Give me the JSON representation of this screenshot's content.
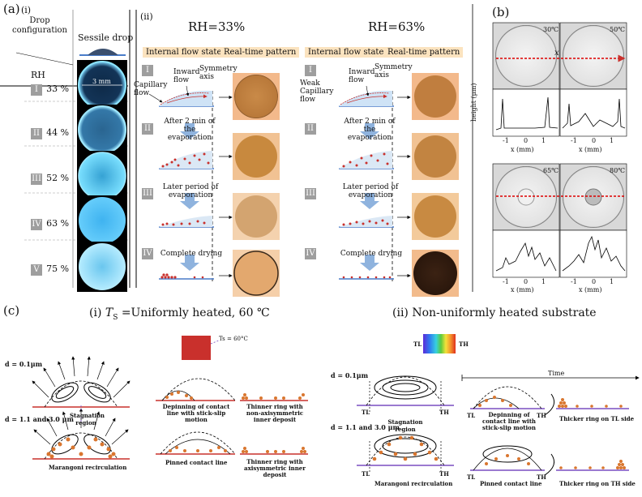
{
  "panel_a": {
    "label": "(a)",
    "sub_i": "(i)",
    "col_header_1": "Drop configuration",
    "col_header_rh": "RH",
    "col_header_2": "Sessile drop",
    "scale": "3 mm",
    "rows": [
      {
        "roman": "I",
        "rh": "33 %"
      },
      {
        "roman": "II",
        "rh": "44 %"
      },
      {
        "roman": "III",
        "rh": "52 %"
      },
      {
        "roman": "IV",
        "rh": "63 %"
      },
      {
        "roman": "V",
        "rh": "75 %"
      }
    ],
    "sub_ii": "(ii)",
    "rh33_title": "RH=33%",
    "rh63_title": "RH=63%",
    "internal_flow": "Internal flow state",
    "realtime": "Real-time pattern",
    "stages": [
      "I",
      "II",
      "III",
      "IV"
    ],
    "capillary_flow": "Capillary flow",
    "inward_flow": "Inward flow",
    "symmetry_axis": "Symmetry axis",
    "weak_capillary": "Weak Capillary flow",
    "stage2_text": "After 2 min of the evaporation",
    "stage3_text": "Later period of evaporation",
    "stage4_text": "Complete drying"
  },
  "panel_b": {
    "label": "(b)",
    "temps": [
      "30℃",
      "50℃",
      "65℃",
      "80℃"
    ],
    "x_marker": "x",
    "ylabel": "height (μm)",
    "xlabel": "x (mm)",
    "ticks": [
      "-1",
      "0",
      "1"
    ]
  },
  "panel_c": {
    "label": "(c)",
    "title_i_prefix": "(i) ",
    "title_i": "T",
    "title_i_sub": "S",
    "title_i_suffix": " =Uniformly heated,  60 ℃",
    "title_ii": "(ii) Non-uniformly heated substrate",
    "ts_label": "Ts = 60°C",
    "d1": "d = 0.1μm",
    "d2": "d = 1.1 and 3.0 μm",
    "stagnation": "Stagnation region",
    "marangoni": "Marangoni recirculation",
    "depin": "Depinning of contact line with stick-slip motion",
    "thinner_non": "Thinner ring with non-axisymmetric inner deposit",
    "pinned": "Pinned contact line",
    "thinner_axi": "Thinner ring with axisymmetric inner deposit",
    "tl": "TL",
    "th": "TH",
    "time": "Time",
    "thicker_tl": "Thicker ring on TL side",
    "thicker_th": "Thicker ring on TH side",
    "colors": {
      "accent_orange": "#d9762f",
      "hot_red": "#c9302c",
      "arrow_blue": "#8fb3de"
    }
  }
}
